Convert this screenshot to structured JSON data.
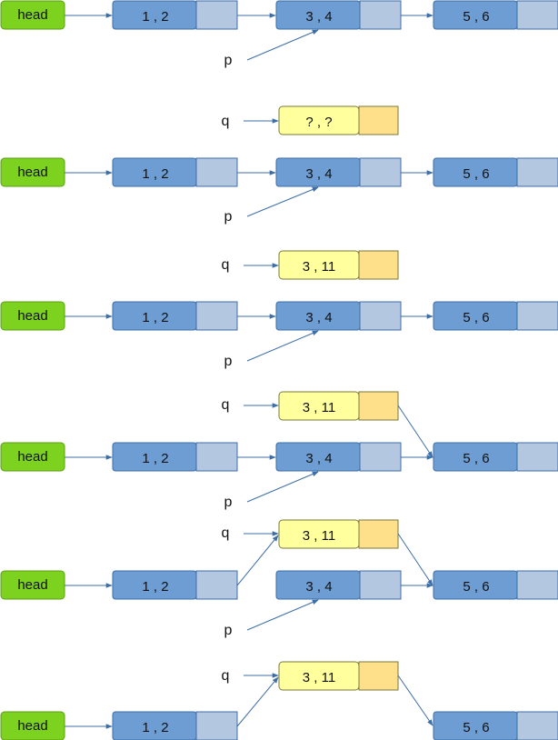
{
  "labels": {
    "head": "head",
    "p": "p",
    "q": "q"
  },
  "nodes": {
    "n12": "1 ,  2",
    "n34": "3 ,  4",
    "n56": "5 ,  6",
    "q_empty": "? ,  ?",
    "q_filled": "3 ,  11"
  },
  "colors": {
    "head_fill": "#7dd21f",
    "head_stroke": "#5a9e12",
    "node_fill": "#6d9dd3",
    "node_ptr_fill": "#b4c7e0",
    "node_stroke": "#3c6ea8",
    "q_fill": "#ffff9e",
    "q_ptr_fill": "#ffe08a",
    "q_stroke": "#7a7a3a",
    "arrow": "#3c6ea8",
    "text": "#111111"
  },
  "panels": [
    {
      "step": 1,
      "q_state": "none"
    },
    {
      "step": 2,
      "q_state": "empty"
    },
    {
      "step": 3,
      "q_state": "filled"
    },
    {
      "step": 4,
      "q_state": "filled_linked_next"
    },
    {
      "step": 5,
      "q_state": "inserted"
    },
    {
      "step": 6,
      "q_state": "final"
    }
  ]
}
